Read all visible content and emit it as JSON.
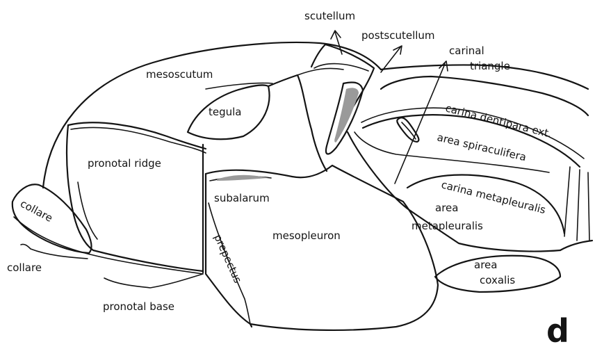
{
  "figure": {
    "panel_letter": "d",
    "labels": {
      "scutellum": "scutellum",
      "postscutellum": "postscutellum",
      "carinal": "carinal",
      "triangle": "triangle",
      "mesoscutum": "mesoscutum",
      "tegula": "tegula",
      "carina_dentipara": "carina dentipara ext.",
      "area_spiraculifera": "area spiraculifera",
      "pronotal_ridge": "pronotal ridge",
      "subalarum": "subalarum",
      "carina_metapleuralis": "carina metapleuralis",
      "collare_inner": "collare",
      "area": "area",
      "metapleuralis": "metapleuralis",
      "mesopleuron": "mesopleuron",
      "prepectus": "prepectus",
      "collare_outer": "collare",
      "area_coxalis_top": "area",
      "area_coxalis_bottom": "coxalis",
      "pronotal_base": "pronotal base"
    }
  }
}
